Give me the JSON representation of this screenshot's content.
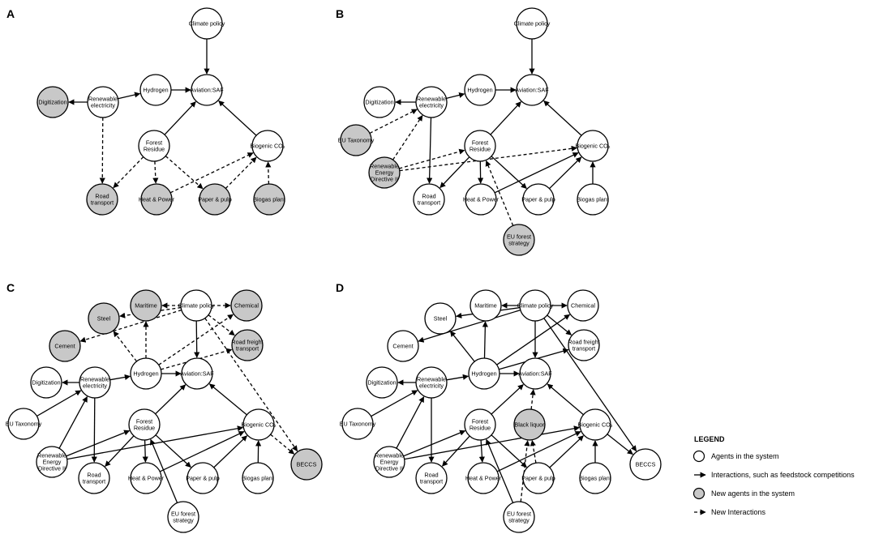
{
  "colors": {
    "existing_fill": "#ffffff",
    "new_fill": "#c8c8c8",
    "stroke": "#000000"
  },
  "panels": [
    {
      "label": "A",
      "nodes": [
        {
          "id": "climate",
          "label": [
            "Climate policy"
          ],
          "new": false
        },
        {
          "id": "renew",
          "label": [
            "Renewable",
            "electricity"
          ],
          "new": false
        },
        {
          "id": "hydrogen",
          "label": [
            "Hydrogen"
          ],
          "new": false
        },
        {
          "id": "saf",
          "label": [
            "Aviation:SAF"
          ],
          "new": false
        },
        {
          "id": "digit",
          "label": [
            "Digitization"
          ],
          "new": true
        },
        {
          "id": "forest",
          "label": [
            "Forest",
            "Residue"
          ],
          "new": false
        },
        {
          "id": "bioco2",
          "label": [
            "Biogenic CO₂"
          ],
          "new": false
        },
        {
          "id": "road",
          "label": [
            "Road",
            "transport"
          ],
          "new": true
        },
        {
          "id": "heat",
          "label": [
            "Heat & Power"
          ],
          "new": true
        },
        {
          "id": "paper",
          "label": [
            "Paper & pulp"
          ],
          "new": true
        },
        {
          "id": "biogas",
          "label": [
            "Biogas plant"
          ],
          "new": true
        }
      ],
      "edges": [
        {
          "from": "climate",
          "to": "saf",
          "new": false
        },
        {
          "from": "renew",
          "to": "hydrogen",
          "new": false
        },
        {
          "from": "hydrogen",
          "to": "saf",
          "new": false
        },
        {
          "from": "renew",
          "to": "digit",
          "new": false
        },
        {
          "from": "forest",
          "to": "saf",
          "new": false
        },
        {
          "from": "bioco2",
          "to": "saf",
          "new": false
        },
        {
          "from": "renew",
          "to": "road",
          "new": true
        },
        {
          "from": "forest",
          "to": "road",
          "new": true
        },
        {
          "from": "forest",
          "to": "heat",
          "new": true
        },
        {
          "from": "forest",
          "to": "paper",
          "new": true
        },
        {
          "from": "heat",
          "to": "bioco2",
          "new": true
        },
        {
          "from": "paper",
          "to": "bioco2",
          "new": true
        },
        {
          "from": "biogas",
          "to": "bioco2",
          "new": true
        }
      ]
    },
    {
      "label": "B",
      "nodes": [
        {
          "id": "climate",
          "label": [
            "Climate policy"
          ],
          "new": false
        },
        {
          "id": "renew",
          "label": [
            "Renewable",
            "electricity"
          ],
          "new": false
        },
        {
          "id": "hydrogen",
          "label": [
            "Hydrogen"
          ],
          "new": false
        },
        {
          "id": "saf",
          "label": [
            "Aviation:SAF"
          ],
          "new": false
        },
        {
          "id": "digit",
          "label": [
            "Digitization"
          ],
          "new": false
        },
        {
          "id": "eutax",
          "label": [
            "EU Taxonomy"
          ],
          "new": true
        },
        {
          "id": "forest",
          "label": [
            "Forest",
            "Residue"
          ],
          "new": false
        },
        {
          "id": "bioco2",
          "label": [
            "Biogenic CO₂"
          ],
          "new": false
        },
        {
          "id": "red",
          "label": [
            "Renewable",
            "Energy",
            "Directive II"
          ],
          "new": true
        },
        {
          "id": "road",
          "label": [
            "Road",
            "transport"
          ],
          "new": false
        },
        {
          "id": "heat",
          "label": [
            "Heat & Power"
          ],
          "new": false
        },
        {
          "id": "paper",
          "label": [
            "Paper & pulp"
          ],
          "new": false
        },
        {
          "id": "biogas",
          "label": [
            "Biogas plant"
          ],
          "new": false
        },
        {
          "id": "euforest",
          "label": [
            "EU forest",
            "strategy"
          ],
          "new": true
        }
      ],
      "edges": [
        {
          "from": "climate",
          "to": "saf",
          "new": false
        },
        {
          "from": "renew",
          "to": "hydrogen",
          "new": false
        },
        {
          "from": "hydrogen",
          "to": "saf",
          "new": false
        },
        {
          "from": "renew",
          "to": "digit",
          "new": false
        },
        {
          "from": "forest",
          "to": "saf",
          "new": false
        },
        {
          "from": "bioco2",
          "to": "saf",
          "new": false
        },
        {
          "from": "renew",
          "to": "road",
          "new": false
        },
        {
          "from": "forest",
          "to": "road",
          "new": false
        },
        {
          "from": "forest",
          "to": "heat",
          "new": false
        },
        {
          "from": "forest",
          "to": "paper",
          "new": false
        },
        {
          "from": "heat",
          "to": "bioco2",
          "new": false
        },
        {
          "from": "paper",
          "to": "bioco2",
          "new": false
        },
        {
          "from": "biogas",
          "to": "bioco2",
          "new": false
        },
        {
          "from": "eutax",
          "to": "renew",
          "new": true
        },
        {
          "from": "red",
          "to": "renew",
          "new": true
        },
        {
          "from": "red",
          "to": "forest",
          "new": true
        },
        {
          "from": "red",
          "to": "bioco2",
          "new": true
        },
        {
          "from": "euforest",
          "to": "forest",
          "new": true
        }
      ]
    },
    {
      "label": "C",
      "nodes": [
        {
          "id": "climate",
          "label": [
            "Climate policy"
          ],
          "new": false
        },
        {
          "id": "maritime",
          "label": [
            "Maritime"
          ],
          "new": true
        },
        {
          "id": "chemical",
          "label": [
            "Chemical"
          ],
          "new": true
        },
        {
          "id": "steel",
          "label": [
            "Steel"
          ],
          "new": true
        },
        {
          "id": "cement",
          "label": [
            "Cement"
          ],
          "new": true
        },
        {
          "id": "roadfreight",
          "label": [
            "Road freight",
            "transport"
          ],
          "new": true
        },
        {
          "id": "renew",
          "label": [
            "Renewable",
            "electricity"
          ],
          "new": false
        },
        {
          "id": "hydrogen",
          "label": [
            "Hydrogen"
          ],
          "new": false
        },
        {
          "id": "saf",
          "label": [
            "Aviation:SAF"
          ],
          "new": false
        },
        {
          "id": "digit",
          "label": [
            "Digitization"
          ],
          "new": false
        },
        {
          "id": "eutax",
          "label": [
            "EU Taxonomy"
          ],
          "new": false
        },
        {
          "id": "forest",
          "label": [
            "Forest",
            "Residue"
          ],
          "new": false
        },
        {
          "id": "bioco2",
          "label": [
            "Biogenic CO₂"
          ],
          "new": false
        },
        {
          "id": "beccs",
          "label": [
            "BECCS"
          ],
          "new": true
        },
        {
          "id": "red",
          "label": [
            "Renewable",
            "Energy",
            "Directive II"
          ],
          "new": false
        },
        {
          "id": "road",
          "label": [
            "Road",
            "transport"
          ],
          "new": false
        },
        {
          "id": "heat",
          "label": [
            "Heat & Power"
          ],
          "new": false
        },
        {
          "id": "paper",
          "label": [
            "Paper & pulp"
          ],
          "new": false
        },
        {
          "id": "biogas",
          "label": [
            "Biogas plant"
          ],
          "new": false
        },
        {
          "id": "euforest",
          "label": [
            "EU forest",
            "strategy"
          ],
          "new": false
        }
      ],
      "edges": [
        {
          "from": "climate",
          "to": "saf",
          "new": false
        },
        {
          "from": "renew",
          "to": "hydrogen",
          "new": false
        },
        {
          "from": "hydrogen",
          "to": "saf",
          "new": false
        },
        {
          "from": "renew",
          "to": "digit",
          "new": false
        },
        {
          "from": "forest",
          "to": "saf",
          "new": false
        },
        {
          "from": "bioco2",
          "to": "saf",
          "new": false
        },
        {
          "from": "renew",
          "to": "road",
          "new": false
        },
        {
          "from": "forest",
          "to": "road",
          "new": false
        },
        {
          "from": "forest",
          "to": "heat",
          "new": false
        },
        {
          "from": "forest",
          "to": "paper",
          "new": false
        },
        {
          "from": "heat",
          "to": "bioco2",
          "new": false
        },
        {
          "from": "paper",
          "to": "bioco2",
          "new": false
        },
        {
          "from": "biogas",
          "to": "bioco2",
          "new": false
        },
        {
          "from": "eutax",
          "to": "renew",
          "new": false
        },
        {
          "from": "red",
          "to": "renew",
          "new": false
        },
        {
          "from": "red",
          "to": "forest",
          "new": false
        },
        {
          "from": "red",
          "to": "bioco2",
          "new": false
        },
        {
          "from": "euforest",
          "to": "forest",
          "new": false
        },
        {
          "from": "climate",
          "to": "maritime",
          "new": true
        },
        {
          "from": "climate",
          "to": "chemical",
          "new": true
        },
        {
          "from": "climate",
          "to": "steel",
          "new": true
        },
        {
          "from": "climate",
          "to": "cement",
          "new": true
        },
        {
          "from": "climate",
          "to": "roadfreight",
          "new": true
        },
        {
          "from": "climate",
          "to": "beccs",
          "new": true
        },
        {
          "from": "hydrogen",
          "to": "steel",
          "new": true
        },
        {
          "from": "hydrogen",
          "to": "maritime",
          "new": true
        },
        {
          "from": "hydrogen",
          "to": "chemical",
          "new": true
        },
        {
          "from": "hydrogen",
          "to": "roadfreight",
          "new": true
        },
        {
          "from": "bioco2",
          "to": "beccs",
          "new": true
        }
      ]
    },
    {
      "label": "D",
      "nodes": [
        {
          "id": "climate",
          "label": [
            "Climate policy"
          ],
          "new": false
        },
        {
          "id": "maritime",
          "label": [
            "Maritime"
          ],
          "new": false
        },
        {
          "id": "chemical",
          "label": [
            "Chemical"
          ],
          "new": false
        },
        {
          "id": "steel",
          "label": [
            "Steel"
          ],
          "new": false
        },
        {
          "id": "cement",
          "label": [
            "Cement"
          ],
          "new": false
        },
        {
          "id": "roadfreight",
          "label": [
            "Road freight",
            "transport"
          ],
          "new": false
        },
        {
          "id": "renew",
          "label": [
            "Renewable",
            "electricity"
          ],
          "new": false
        },
        {
          "id": "hydrogen",
          "label": [
            "Hydrogen"
          ],
          "new": false
        },
        {
          "id": "saf",
          "label": [
            "Aviation:SAF"
          ],
          "new": false
        },
        {
          "id": "digit",
          "label": [
            "Digitization"
          ],
          "new": false
        },
        {
          "id": "eutax",
          "label": [
            "EU Taxonomy"
          ],
          "new": false
        },
        {
          "id": "forest",
          "label": [
            "Forest",
            "Residue"
          ],
          "new": false
        },
        {
          "id": "bioco2",
          "label": [
            "Biogenic CO₂"
          ],
          "new": false
        },
        {
          "id": "blackliquor",
          "label": [
            "Black liquor"
          ],
          "new": true
        },
        {
          "id": "beccs",
          "label": [
            "BECCS"
          ],
          "new": false
        },
        {
          "id": "red",
          "label": [
            "Renewable",
            "Energy",
            "Directive II"
          ],
          "new": false
        },
        {
          "id": "road",
          "label": [
            "Road",
            "transport"
          ],
          "new": false
        },
        {
          "id": "heat",
          "label": [
            "Heat & Power"
          ],
          "new": false
        },
        {
          "id": "paper",
          "label": [
            "Paper & pulp"
          ],
          "new": false
        },
        {
          "id": "biogas",
          "label": [
            "Biogas plant"
          ],
          "new": false
        },
        {
          "id": "euforest",
          "label": [
            "EU forest",
            "strategy"
          ],
          "new": false
        }
      ],
      "edges": [
        {
          "from": "climate",
          "to": "saf",
          "new": false
        },
        {
          "from": "renew",
          "to": "hydrogen",
          "new": false
        },
        {
          "from": "hydrogen",
          "to": "saf",
          "new": false
        },
        {
          "from": "renew",
          "to": "digit",
          "new": false
        },
        {
          "from": "forest",
          "to": "saf",
          "new": false
        },
        {
          "from": "bioco2",
          "to": "saf",
          "new": false
        },
        {
          "from": "renew",
          "to": "road",
          "new": false
        },
        {
          "from": "forest",
          "to": "road",
          "new": false
        },
        {
          "from": "forest",
          "to": "heat",
          "new": false
        },
        {
          "from": "forest",
          "to": "paper",
          "new": false
        },
        {
          "from": "heat",
          "to": "bioco2",
          "new": false
        },
        {
          "from": "paper",
          "to": "bioco2",
          "new": false
        },
        {
          "from": "biogas",
          "to": "bioco2",
          "new": false
        },
        {
          "from": "eutax",
          "to": "renew",
          "new": false
        },
        {
          "from": "red",
          "to": "renew",
          "new": false
        },
        {
          "from": "red",
          "to": "forest",
          "new": false
        },
        {
          "from": "red",
          "to": "bioco2",
          "new": false
        },
        {
          "from": "euforest",
          "to": "forest",
          "new": false
        },
        {
          "from": "climate",
          "to": "maritime",
          "new": false
        },
        {
          "from": "climate",
          "to": "chemical",
          "new": false
        },
        {
          "from": "climate",
          "to": "steel",
          "new": false
        },
        {
          "from": "climate",
          "to": "cement",
          "new": false
        },
        {
          "from": "climate",
          "to": "roadfreight",
          "new": false
        },
        {
          "from": "climate",
          "to": "beccs",
          "new": false
        },
        {
          "from": "hydrogen",
          "to": "steel",
          "new": false
        },
        {
          "from": "hydrogen",
          "to": "maritime",
          "new": false
        },
        {
          "from": "hydrogen",
          "to": "chemical",
          "new": false
        },
        {
          "from": "hydrogen",
          "to": "roadfreight",
          "new": false
        },
        {
          "from": "bioco2",
          "to": "beccs",
          "new": false
        },
        {
          "from": "paper",
          "to": "blackliquor",
          "new": true
        },
        {
          "from": "blackliquor",
          "to": "saf",
          "new": true
        },
        {
          "from": "euforest",
          "to": "blackliquor",
          "new": true
        }
      ]
    }
  ],
  "legend": {
    "title": "LEGEND",
    "items": [
      {
        "kind": "agent",
        "text": "Agents in the system"
      },
      {
        "kind": "interaction",
        "text": "Interactions, such as feedstock competitions"
      },
      {
        "kind": "new-agent",
        "text": "New agents in the system"
      },
      {
        "kind": "new-interaction",
        "text": "New Interactions"
      }
    ]
  }
}
